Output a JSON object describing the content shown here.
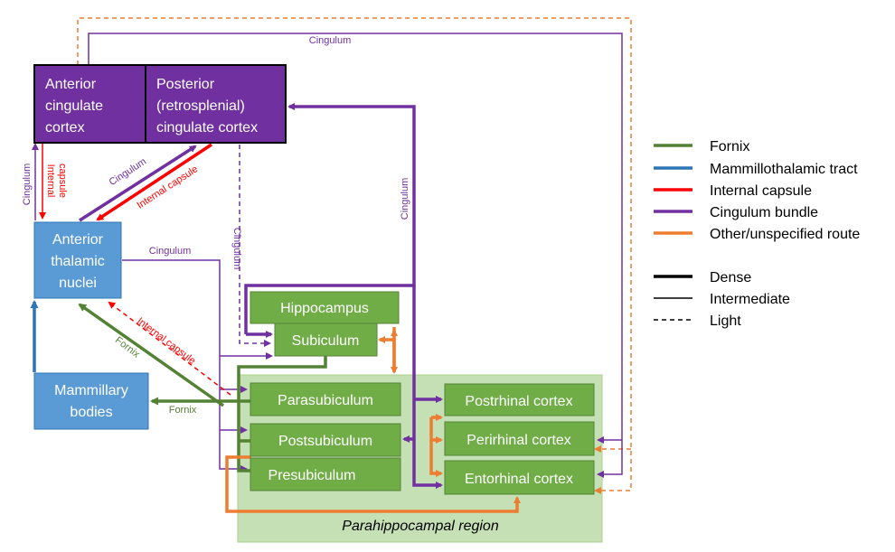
{
  "boxes": {
    "acc": [
      "Anterior",
      "cingulate",
      "cortex"
    ],
    "pcc": [
      "Posterior",
      "(retrosplenial)",
      "cingulate cortex"
    ],
    "atn": [
      "Anterior",
      "thalamic",
      "nuclei"
    ],
    "mb": [
      "Mammillary",
      "bodies"
    ],
    "hippocampus": "Hippocampus",
    "subiculum": "Subiculum",
    "parasubiculum": "Parasubiculum",
    "postsubiculum": "Postsubiculum",
    "presubiculum": "Presubiculum",
    "postrhinal": "Postrhinal cortex",
    "perirhinal": "Perirhinal cortex",
    "entorhinal": "Entorhinal cortex",
    "region": "Parahippocampal region"
  },
  "edge_labels": {
    "cingulum": "Cingulum",
    "internal_capsule": "Internal capsule",
    "internal": "Internal",
    "capsule": "capsule",
    "fornix": "Fornix"
  },
  "legend": {
    "tracts": [
      {
        "label": "Fornix",
        "color": "#548235"
      },
      {
        "label": "Mammillothalamic tract",
        "color": "#2e75b6"
      },
      {
        "label": "Internal capsule",
        "color": "#ff0000"
      },
      {
        "label": "Cingulum bundle",
        "color": "#7030a0"
      },
      {
        "label": "Other/unspecified route",
        "color": "#ed7d31"
      }
    ],
    "densities": [
      {
        "label": "Dense",
        "style": "dense"
      },
      {
        "label": "Intermediate",
        "style": "intermediate"
      },
      {
        "label": "Light",
        "style": "light"
      }
    ]
  },
  "colors": {
    "purple": "#7030a0",
    "blue": "#2e75b6",
    "green": "#548235",
    "red": "#ff0000",
    "orange": "#ed7d31",
    "box_purple": "#7030a0",
    "box_blue": "#5b9bd5",
    "box_green": "#70ad47",
    "region_bg": "#c5e0b4"
  }
}
